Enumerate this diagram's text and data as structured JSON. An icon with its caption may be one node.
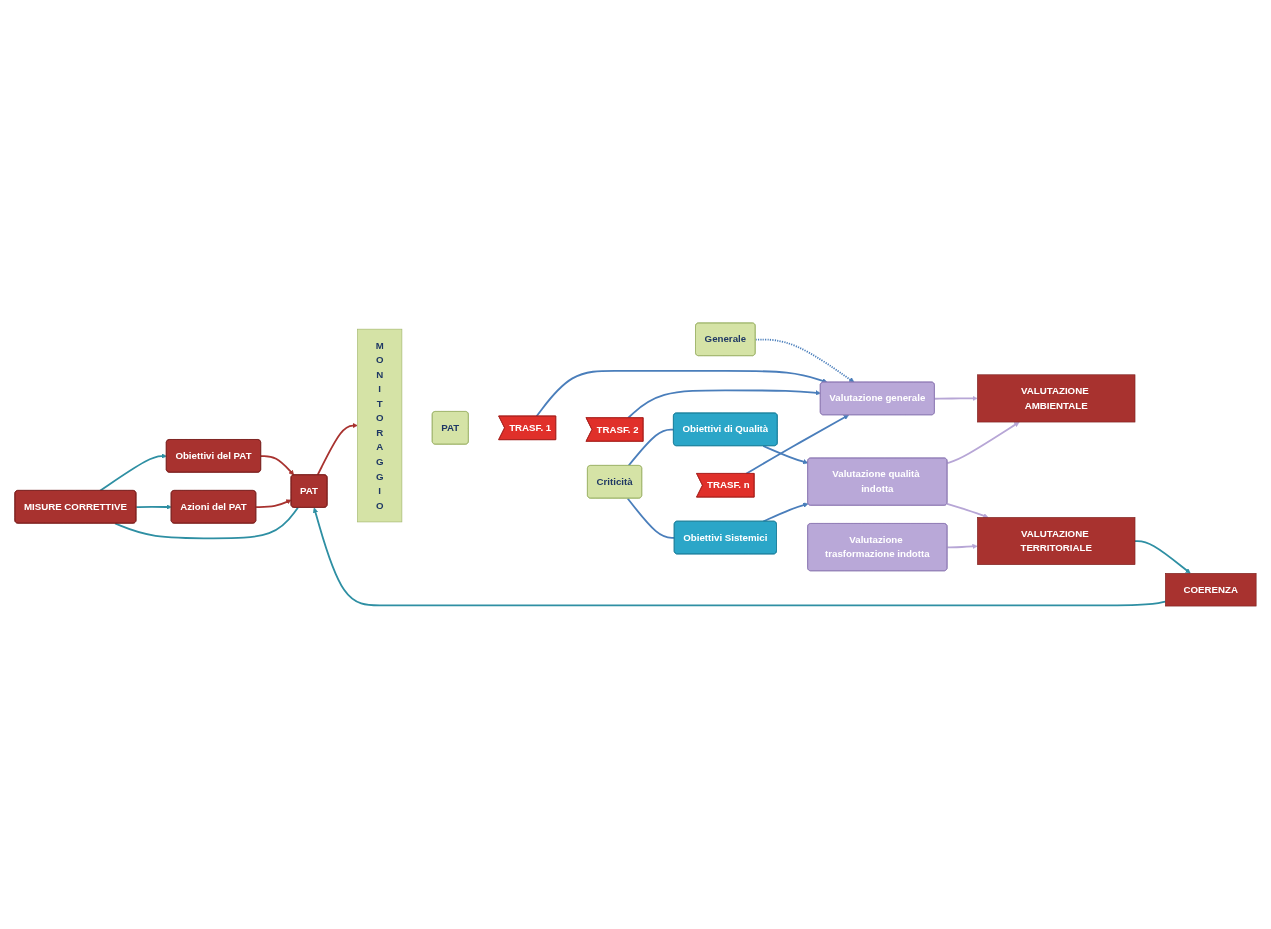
{
  "diagram": {
    "nodes": [
      {
        "text": [
          "Obiettivi del PAT"
        ]
      },
      {
        "text": [
          "Azioni del PAT"
        ]
      },
      {
        "text": [
          "MISURE CORRETTIVE"
        ]
      },
      {
        "text": [
          "PAT"
        ]
      },
      {
        "text": [
          "MONITORAGGIO"
        ]
      },
      {
        "text": [
          "Generale"
        ]
      },
      {
        "text": [
          "Criticità"
        ]
      },
      {
        "text": [
          "PAT"
        ]
      },
      {
        "text": [
          "Obiettivi di Qualità"
        ]
      },
      {
        "text": [
          "Obiettivi Sistemici"
        ]
      },
      {
        "text": [
          "TRASF. 1"
        ]
      },
      {
        "text": [
          "TRASF. 2"
        ]
      },
      {
        "text": [
          "TRASF. n"
        ]
      },
      {
        "text": [
          "Valutazione generale"
        ]
      },
      {
        "text": [
          "Valutazione qualità indotta"
        ]
      },
      {
        "text": [
          "Valutazione trasformazione indotta"
        ]
      },
      {
        "text": [
          "VALUTAZIONE AMBIENTALE"
        ]
      },
      {
        "text": [
          "VALUTAZIONE TERRITORIALE"
        ]
      },
      {
        "text": [
          "COERENZA"
        ]
      }
    ],
    "edges": [
      {
        "from": 2,
        "to": 0,
        "arrow": "to",
        "color": "#2e8fa3"
      },
      {
        "from": 2,
        "to": 1,
        "arrow": "to",
        "color": "#2e8fa3"
      },
      {
        "from": 0,
        "to": 3,
        "arrow": "to",
        "color": "#a8322f"
      },
      {
        "from": 1,
        "to": 3,
        "arrow": "to",
        "color": "#a8322f"
      },
      {
        "from": 2,
        "to": 3,
        "arrow": "none",
        "color": "#2e8fa3"
      },
      {
        "from": 3,
        "to": 4,
        "arrow": "to",
        "color": "#a8322f"
      },
      {
        "from": 5,
        "to": 13,
        "arrow": "to",
        "style": "dashed"
      },
      {
        "from": 6,
        "to": 8,
        "arrow": "none"
      },
      {
        "from": 6,
        "to": 9,
        "arrow": "none"
      },
      {
        "from": 8,
        "to": 14,
        "arrow": "to"
      },
      {
        "from": 9,
        "to": 14,
        "arrow": "to"
      },
      {
        "from": 10,
        "to": 13,
        "arrow": "to"
      },
      {
        "from": 11,
        "to": 13,
        "arrow": "to"
      },
      {
        "from": 12,
        "to": 13,
        "arrow": "to"
      },
      {
        "from": 13,
        "to": 16,
        "arrow": "to",
        "color": "#b7a6d6"
      },
      {
        "from": 14,
        "to": 16,
        "arrow": "to",
        "color": "#b7a6d6"
      },
      {
        "from": 14,
        "to": 17,
        "arrow": "to",
        "color": "#b7a6d6"
      },
      {
        "from": 15,
        "to": 17,
        "arrow": "to",
        "color": "#b7a6d6"
      },
      {
        "from": 17,
        "to": 18,
        "arrow": "to",
        "color": "#2e8fa3"
      },
      {
        "from": 18,
        "to": 3,
        "arrow": "to",
        "color": "#2e8fa3"
      }
    ]
  }
}
